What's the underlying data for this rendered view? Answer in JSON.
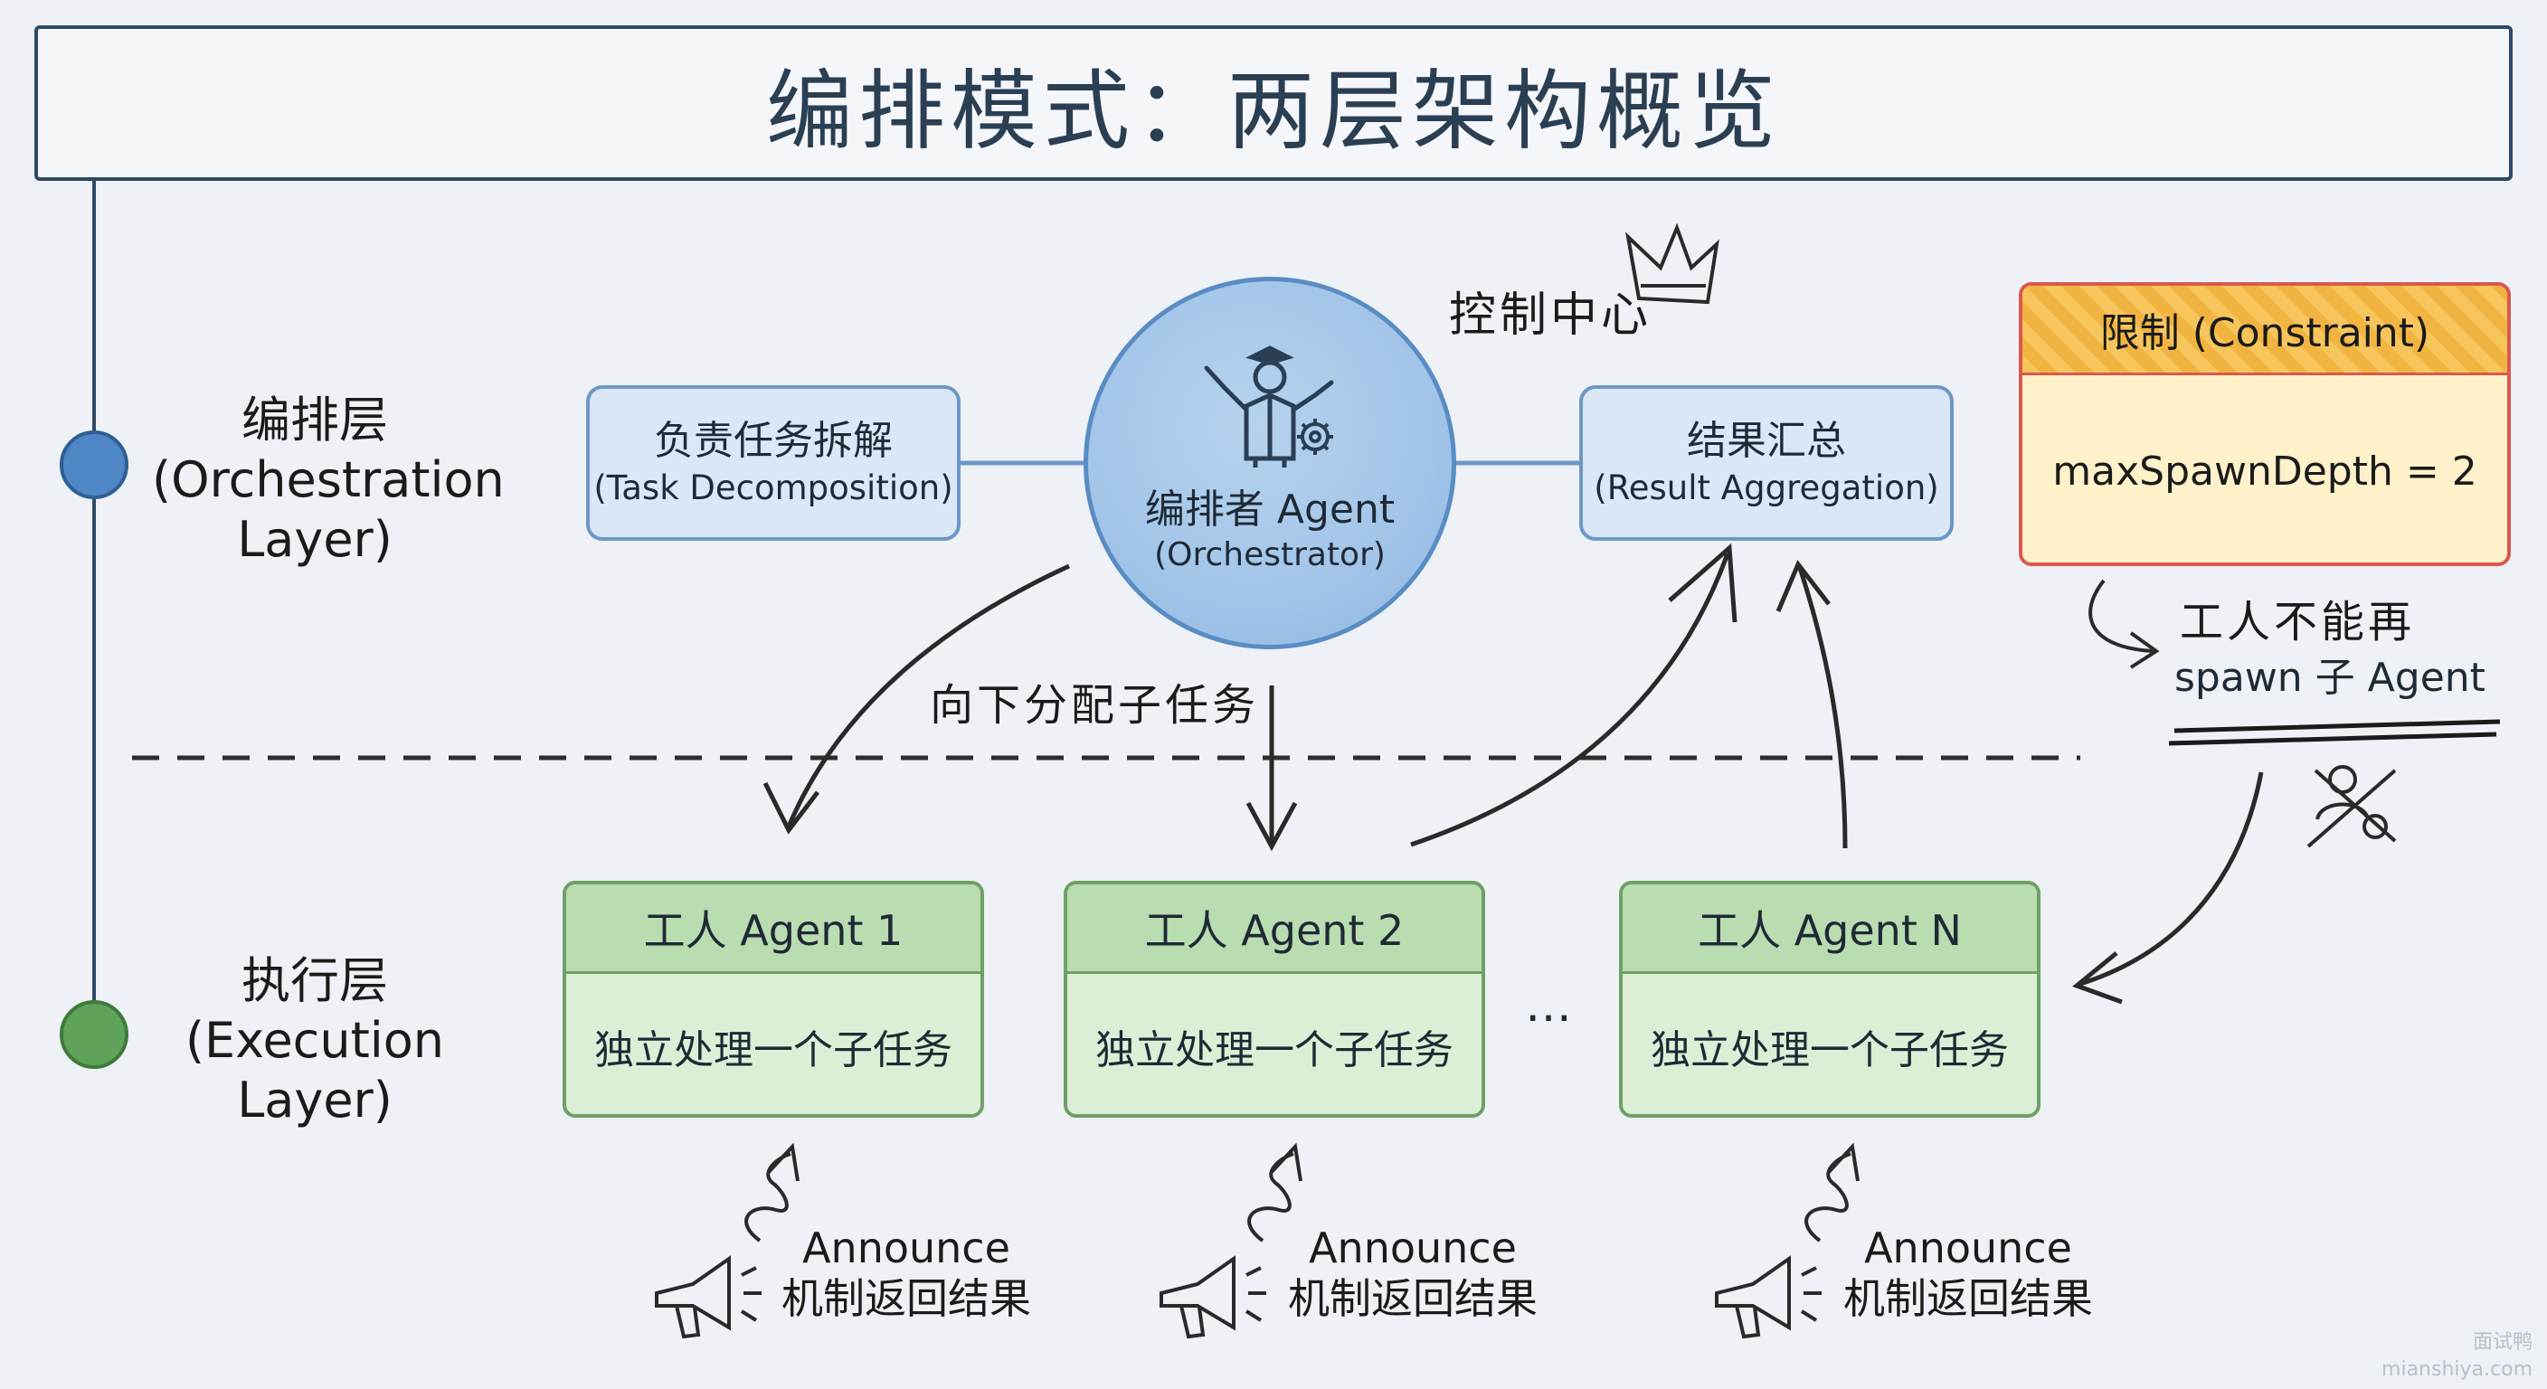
{
  "title": "编排模式：两层架构概览",
  "layers": {
    "orchestration": {
      "cn": "编排层",
      "en": "(Orchestration Layer)",
      "color": "#4f86c6"
    },
    "execution": {
      "cn": "执行层",
      "en": "(Execution Layer)",
      "color": "#5fa35a"
    }
  },
  "task_decomposition": {
    "cn": "负责任务拆解",
    "en": "(Task Decomposition)"
  },
  "orchestrator": {
    "name": "编排者 Agent",
    "sub": "(Orchestrator)",
    "icon": "conductor-gear-icon"
  },
  "control_center": "控制中心",
  "result_aggregation": {
    "cn": "结果汇总",
    "en": "(Result Aggregation)"
  },
  "constraint": {
    "title": "限制 (Constraint)",
    "value": "maxSpawnDepth = 2"
  },
  "constraint_note": {
    "line1": "工人不能再",
    "line2": "spawn 子 Agent"
  },
  "assign_label": "向下分配子任务",
  "workers": [
    {
      "title": "工人 Agent 1",
      "body": "独立处理一个子任务"
    },
    {
      "title": "工人 Agent 2",
      "body": "独立处理一个子任务"
    },
    {
      "title": "工人 Agent N",
      "body": "独立处理一个子任务"
    }
  ],
  "ellipsis": "…",
  "announce": {
    "line1": "Announce",
    "line2": "机制返回结果"
  },
  "watermark": {
    "line1": "面试鸭",
    "line2": "mianshiya.com"
  },
  "colors": {
    "blue_fill": "#d9e7f6",
    "green_fill": "#dcefd6",
    "constraint_fill": "#fff1c9",
    "constraint_border": "#d9584f"
  }
}
